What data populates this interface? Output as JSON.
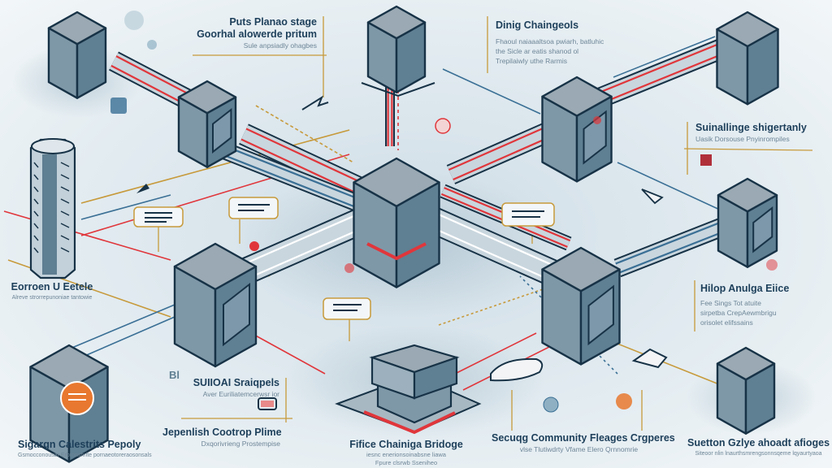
{
  "diagram": {
    "title": "Distributed server network illustration",
    "colors": {
      "background": "#e6eef2",
      "cube_outline": "#173246",
      "cube_top": "#9aa9b3",
      "cube_left": "#7f98a8",
      "cube_right": "#5f7f92",
      "pipe_red": "#e0363b",
      "pipe_blue": "#3a6f95",
      "pipe_body": "#c9d6de",
      "leader_gold": "#c79a3b",
      "badge_orange": "#e8782f"
    },
    "labels": [
      {
        "id": "top-left",
        "title_lines": [
          "Puts Planao stage",
          "Goorhal alowerde pritum"
        ],
        "subtitle": "Sule anpsiadly ohagbes"
      },
      {
        "id": "top-right",
        "title": "Dinig Chaingeols",
        "lines": [
          "Fhaoul naiaaaltsoa pwiarh, batluhic",
          "the Sicle ar eatis shanod ol",
          "Trepilaiwly uthe Rarmis"
        ]
      },
      {
        "id": "right-upper",
        "title": "Suinallinge shigertanly",
        "subtitle": "Uasik Dorsouse Pnyinrompiles"
      },
      {
        "id": "right-middle",
        "title": "Hilop Anulga Eiice",
        "lines": [
          "Fee Sings Tot atuite",
          "sirpetba CrepAewmbrigu",
          "orisolet elifssains"
        ]
      },
      {
        "id": "left-middle",
        "title": "Eorroen U Eetele",
        "subtitle": "Alreve strorrepunoniae tantowie"
      },
      {
        "id": "center-left-lower-1",
        "title": "SUIIOAI Sraiqpels",
        "subtitle": "Aver Euriliatemcerwsr ior"
      },
      {
        "id": "center-left-lower-2",
        "title": "Jepenlish Cootrop Plime",
        "subtitle": "Dxqorivrieng Prostempise"
      },
      {
        "id": "bottom-left",
        "title": "Sigargn Calestrits Pepoly",
        "subtitle": "Gsmocconousar Erbronshrite pornaeotoreraosonsals"
      },
      {
        "id": "bottom-center",
        "title": "Fifice Chainiga Bridoge",
        "lines": [
          "iesnc enerionsoinabsne liawa",
          "Fpure clsrwb Sseniheo"
        ]
      },
      {
        "id": "bottom-center-right",
        "title": "Secuqg Community Fleages Crgperes",
        "subtitle": "vlse Tlutiwdrty Vfame Elero Qrnnomrie"
      },
      {
        "id": "bottom-right",
        "title": "Suetton Gzlye ahoadt afioges",
        "subtitle": "Siteoor nlin lnaurthsmrengsonnsqeme lqyaurtyaoa"
      }
    ],
    "nodes": [
      {
        "id": "server-top-left",
        "type": "cube"
      },
      {
        "id": "server-upper-left",
        "type": "cube"
      },
      {
        "id": "server-top-center",
        "type": "cube"
      },
      {
        "id": "server-upper-right",
        "type": "cube"
      },
      {
        "id": "server-far-right-top",
        "type": "cube"
      },
      {
        "id": "server-central-hub",
        "type": "cube"
      },
      {
        "id": "server-middle-left",
        "type": "cube"
      },
      {
        "id": "server-middle-right",
        "type": "cube"
      },
      {
        "id": "server-right",
        "type": "cube"
      },
      {
        "id": "server-bottom-left",
        "type": "cube",
        "badge": "orange"
      },
      {
        "id": "server-bottom-center",
        "type": "stacked-cube"
      },
      {
        "id": "server-bottom-right",
        "type": "cube"
      },
      {
        "id": "tower-left",
        "type": "tower"
      }
    ]
  }
}
